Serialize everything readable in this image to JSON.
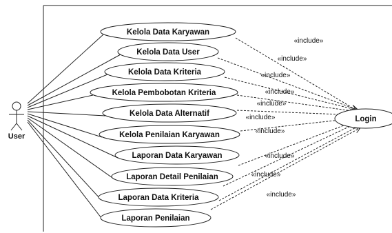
{
  "actor": {
    "name": "User"
  },
  "login": {
    "label": "Login"
  },
  "include_label": "«include»",
  "use_cases": [
    {
      "label": "Kelola Data Karyawan"
    },
    {
      "label": "Kelola Data User"
    },
    {
      "label": "Kelola Data Kriteria"
    },
    {
      "label": "Kelola Pembobotan Kriteria"
    },
    {
      "label": "Kelola Data Alternatif"
    },
    {
      "label": "Kelola Penilaian Karyawan"
    },
    {
      "label": "Laporan Data Karyawan"
    },
    {
      "label": "Laporan Detail Penilaian"
    },
    {
      "label": "Laporan Data Kriteria"
    },
    {
      "label": "Laporan Penilaian"
    }
  ]
}
